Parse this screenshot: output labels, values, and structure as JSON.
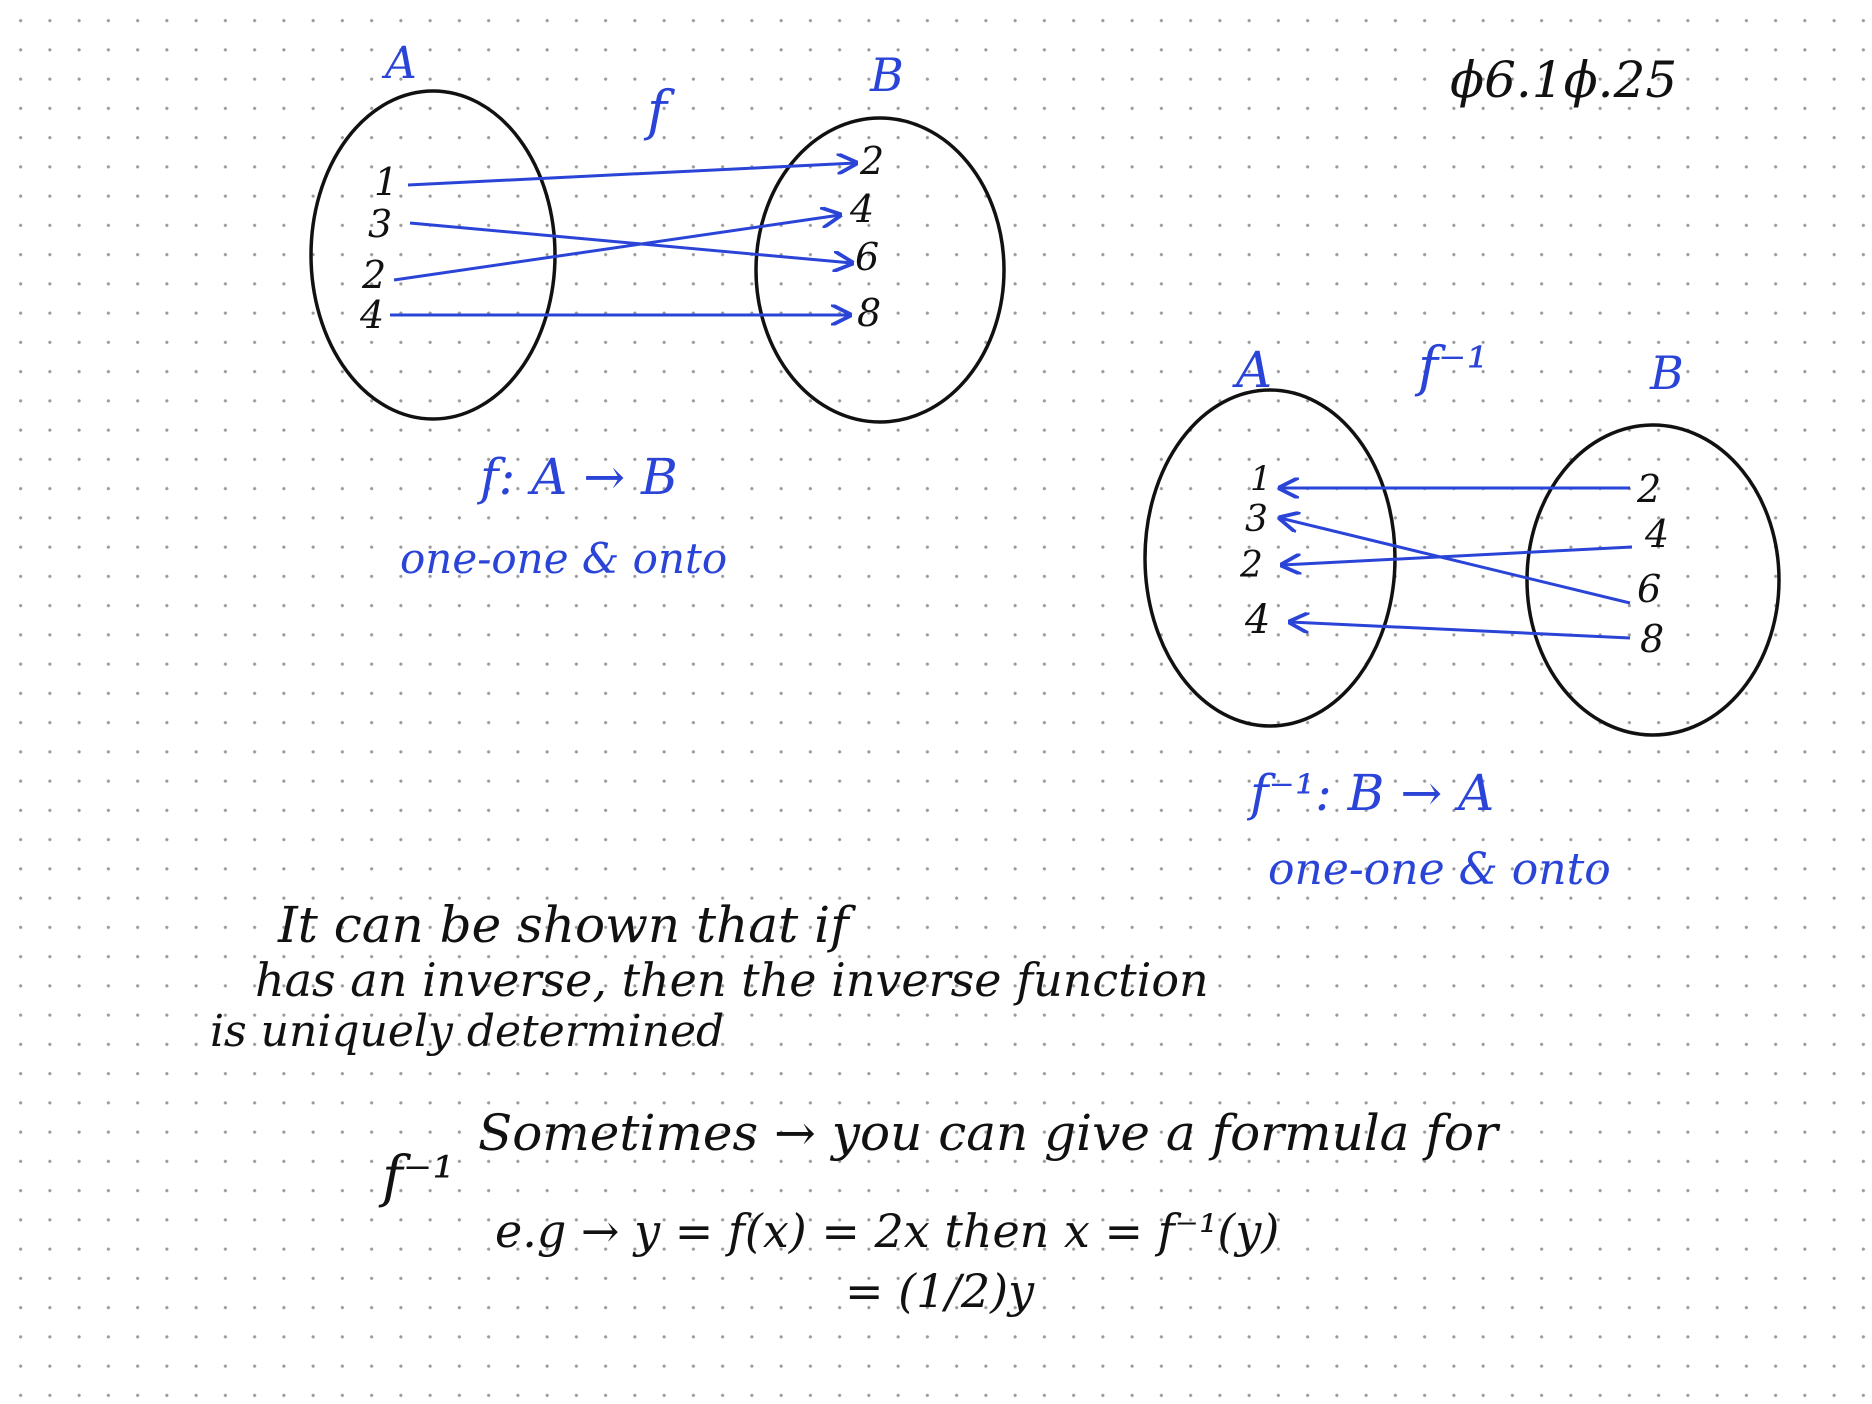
{
  "date": "ϕ6.1ϕ.25",
  "diagram1": {
    "domain_label": "A",
    "codomain_label": "B",
    "function_label": "f",
    "domain_elements": [
      "1",
      "3",
      "2",
      "4"
    ],
    "codomain_elements": [
      "2",
      "4",
      "6",
      "8"
    ],
    "mapping_caption": "f: A → B",
    "property_caption": "one-one & onto"
  },
  "diagram2": {
    "domain_label": "A",
    "codomain_label": "B",
    "function_label": "f⁻¹",
    "domain_elements": [
      "1",
      "3",
      "2",
      "4"
    ],
    "codomain_elements": [
      "2",
      "4",
      "6",
      "8"
    ],
    "mapping_caption": "f⁻¹: B → A",
    "property_caption": "one-one & onto"
  },
  "notes": {
    "line1": "It can be shown that if",
    "line2": "has an inverse, then the inverse function",
    "line3": "is uniquely determined",
    "line4": "Sometimes → you can give a formula for",
    "line5_prefix": "f⁻¹",
    "line5": "e.g →   y = f(x) = 2x    then  x = f⁻¹(y)",
    "line6": "= (1/2)y"
  },
  "colors": {
    "blue_ink": "#2a44d8",
    "black_ink": "#111111",
    "grid_dot": "#9a9a9a"
  }
}
